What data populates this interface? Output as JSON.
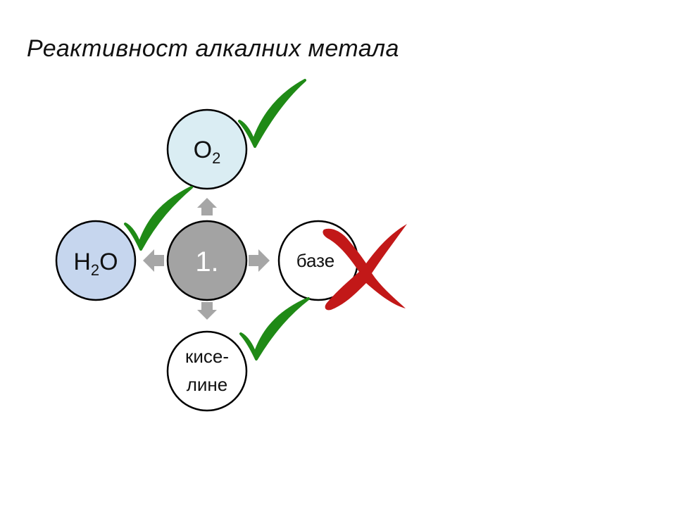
{
  "title": "Реактивност алкалних метала",
  "center": {
    "label": "1.",
    "color": "#a3a3a3"
  },
  "nodes": {
    "oxygen": {
      "base": "O",
      "sub": "2",
      "color": "#daedf3",
      "result": "check"
    },
    "water": {
      "base_a": "H",
      "sub": "2",
      "base_b": "O",
      "color": "#c6d6ee",
      "result": "check"
    },
    "bases": {
      "label": "базе",
      "color": "#ffffff",
      "result": "cross"
    },
    "acids": {
      "line1": "кисе-",
      "line2": "лине",
      "color": "#ffffff",
      "result": "check"
    }
  },
  "colors": {
    "check": "#1f8a16",
    "cross": "#c21818",
    "arrow": "#a6a6a6",
    "outline": "#000000"
  },
  "icons": [
    "checkmark-icon",
    "cross-icon",
    "arrow-up-icon",
    "arrow-left-icon",
    "arrow-right-icon",
    "arrow-down-icon"
  ]
}
